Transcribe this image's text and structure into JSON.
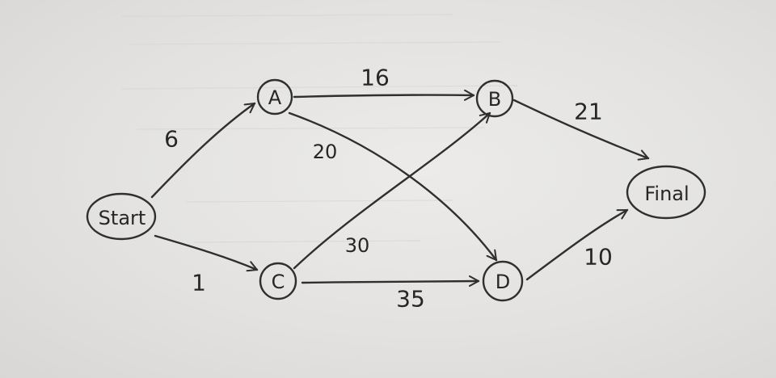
{
  "nodes": {
    "start": "Start",
    "a": "A",
    "b": "B",
    "c": "C",
    "d": "D",
    "final": "Final"
  },
  "weights": {
    "start_a": "6",
    "start_c": "1",
    "a_b": "16",
    "a_d": "20",
    "c_b": "30",
    "c_d": "35",
    "b_final": "21",
    "d_final": "10"
  }
}
